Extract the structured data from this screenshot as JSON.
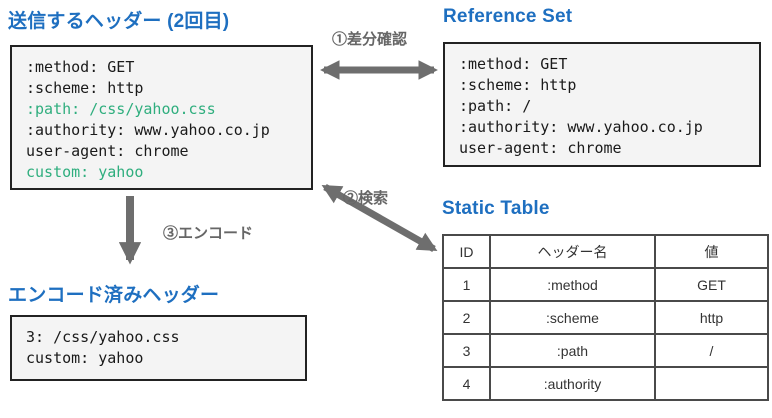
{
  "colors": {
    "title_blue": "#1e6fc0",
    "highlight_green": "#2fae7e",
    "arrow_gray": "#6e6e6e",
    "box_background": "#f4f4f4",
    "box_border": "#222222"
  },
  "send_headers": {
    "title": "送信するヘッダー (2回目)",
    "lines": [
      {
        "text": ":method: GET",
        "highlight": false
      },
      {
        "text": ":scheme: http",
        "highlight": false
      },
      {
        "text": ":path: /css/yahoo.css",
        "highlight": true
      },
      {
        "text": ":authority: www.yahoo.co.jp",
        "highlight": false
      },
      {
        "text": "user-agent: chrome",
        "highlight": false
      },
      {
        "text": "custom: yahoo",
        "highlight": true
      }
    ]
  },
  "reference_set": {
    "title": "Reference Set",
    "lines": [
      {
        "text": ":method: GET"
      },
      {
        "text": ":scheme: http"
      },
      {
        "text": ":path: /"
      },
      {
        "text": ":authority: www.yahoo.co.jp"
      },
      {
        "text": "user-agent: chrome"
      }
    ]
  },
  "encoded_headers": {
    "title": "エンコード済みヘッダー",
    "lines": [
      {
        "text": "3: /css/yahoo.css"
      },
      {
        "text": "custom: yahoo"
      }
    ]
  },
  "static_table": {
    "title": "Static Table",
    "columns": {
      "id": "ID",
      "name": "ヘッダー名",
      "value": "値"
    },
    "rows": [
      {
        "id": "1",
        "name": ":method",
        "value": "GET"
      },
      {
        "id": "2",
        "name": ":scheme",
        "value": "http"
      },
      {
        "id": "3",
        "name": ":path",
        "value": "/"
      },
      {
        "id": "4",
        "name": ":authority",
        "value": ""
      }
    ]
  },
  "arrows": {
    "diff_label": "①差分確認",
    "search_label": "②検索",
    "encode_label": "③エンコード"
  }
}
